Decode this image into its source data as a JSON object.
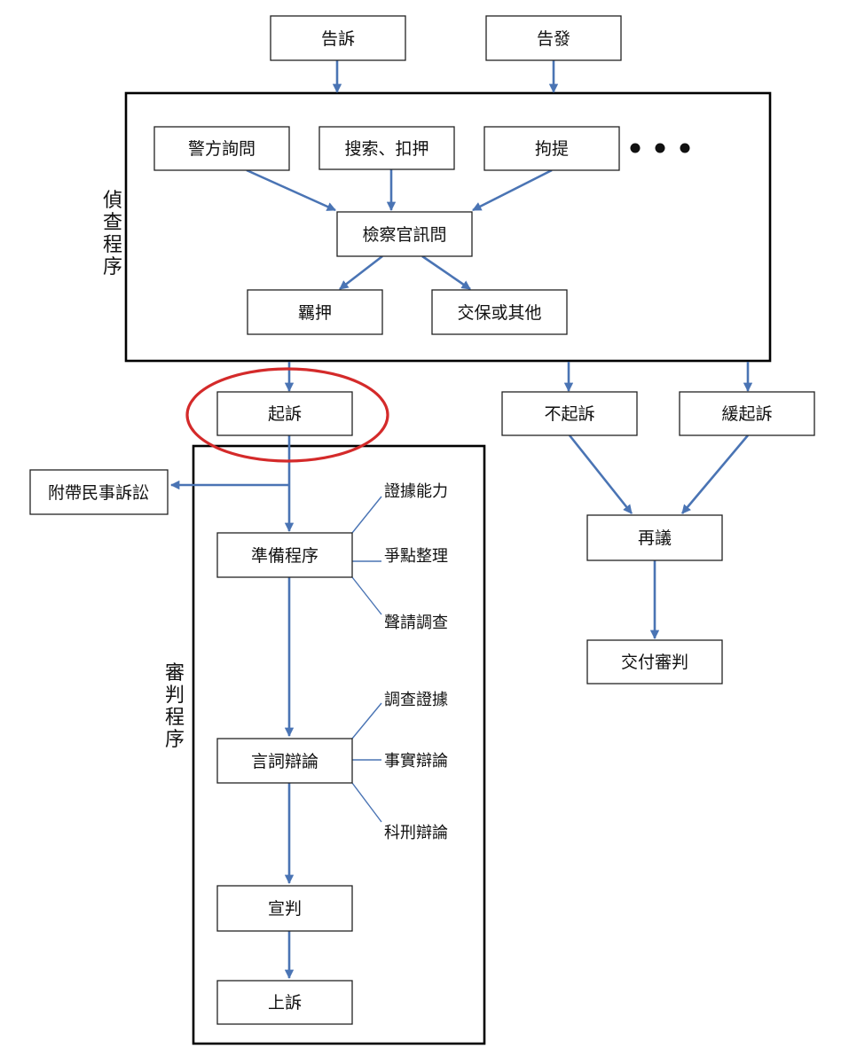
{
  "nodes": {
    "complaint": "告訴",
    "accusation": "告發",
    "police_questioning": "警方詢問",
    "search_seizure": "搜索、扣押",
    "summons": "拘提",
    "prosecutor_interrogation": "檢察官訊問",
    "detention": "羈押",
    "bail_other": "交保或其他",
    "indictment": "起訴",
    "non_prosecution": "不起訴",
    "deferred_prosecution": "緩起訴",
    "civil_action": "附帶民事訴訟",
    "preparatory_procedure": "準備程序",
    "oral_argument": "言詞辯論",
    "reconsideration": "再議",
    "trial_referral": "交付審判",
    "judgment": "宣判",
    "appeal": "上訴"
  },
  "annotations": {
    "evidence_capacity": "證據能力",
    "issue_organizing": "爭點整理",
    "investigation_request": "聲請調查",
    "evidence_investigation": "調查證據",
    "fact_argument": "事實辯論",
    "sentencing_argument": "科刑辯論"
  },
  "sections": {
    "investigation": "偵查程序",
    "trial": "審判程序"
  },
  "colors": {
    "arrow": "#4a74b4",
    "highlight": "#d42a2a",
    "frame": "#000000"
  }
}
